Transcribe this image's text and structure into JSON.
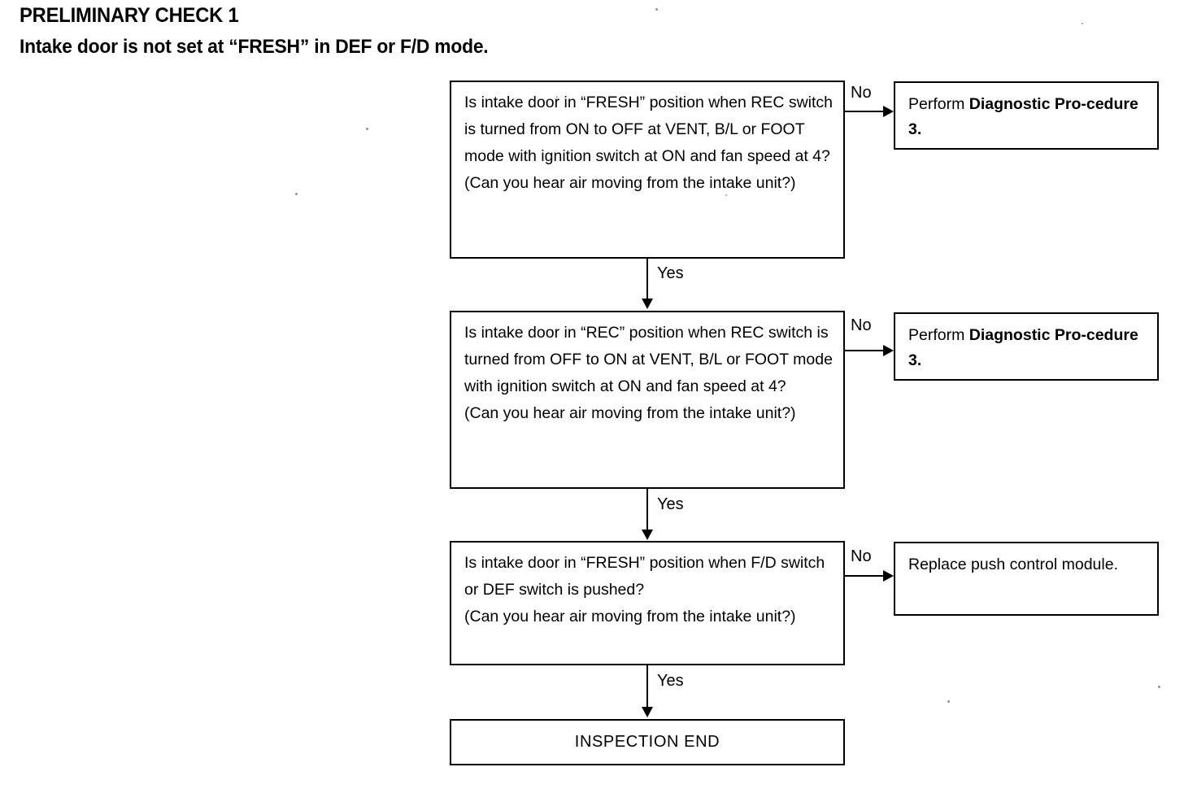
{
  "header": {
    "title": "PRELIMINARY CHECK 1",
    "subtitle": "Intake door is not set at “FRESH” in DEF or F/D mode."
  },
  "flow": {
    "decisions": [
      {
        "id": "check-fresh-on-to-off",
        "text": "Is intake door in “FRESH” position when REC switch is turned from ON to OFF at VENT, B/L or FOOT mode with ignition switch at ON and fan speed at 4?\n(Can you hear air moving from the intake unit?)",
        "no_label": "No",
        "yes_label": "Yes"
      },
      {
        "id": "check-rec-off-to-on",
        "text": "Is intake door in “REC” position when REC switch is turned from OFF to ON at VENT, B/L or FOOT mode with ignition switch at ON and fan speed at 4?\n(Can you hear air moving from the intake unit?)",
        "no_label": "No",
        "yes_label": "Yes"
      },
      {
        "id": "check-fresh-fd-def",
        "text": "Is intake door in “FRESH” position when F/D switch or DEF switch is pushed?\n(Can you hear air moving from the intake unit?)",
        "no_label": "No",
        "yes_label": "Yes"
      }
    ],
    "actions": [
      {
        "id": "diagnostic-procedure-3-a",
        "prefix": "Perform ",
        "emphasis": "Diagnostic Pro-cedure 3."
      },
      {
        "id": "diagnostic-procedure-3-b",
        "prefix": "Perform ",
        "emphasis": "Diagnostic Pro-cedure 3."
      },
      {
        "id": "replace-push-control-module",
        "prefix": "",
        "emphasis": "",
        "plain": "Replace push control module."
      }
    ],
    "terminator": {
      "id": "inspection-end",
      "label": "INSPECTION END"
    }
  },
  "colors": {
    "ink": "#000000",
    "paper": "#ffffff"
  }
}
